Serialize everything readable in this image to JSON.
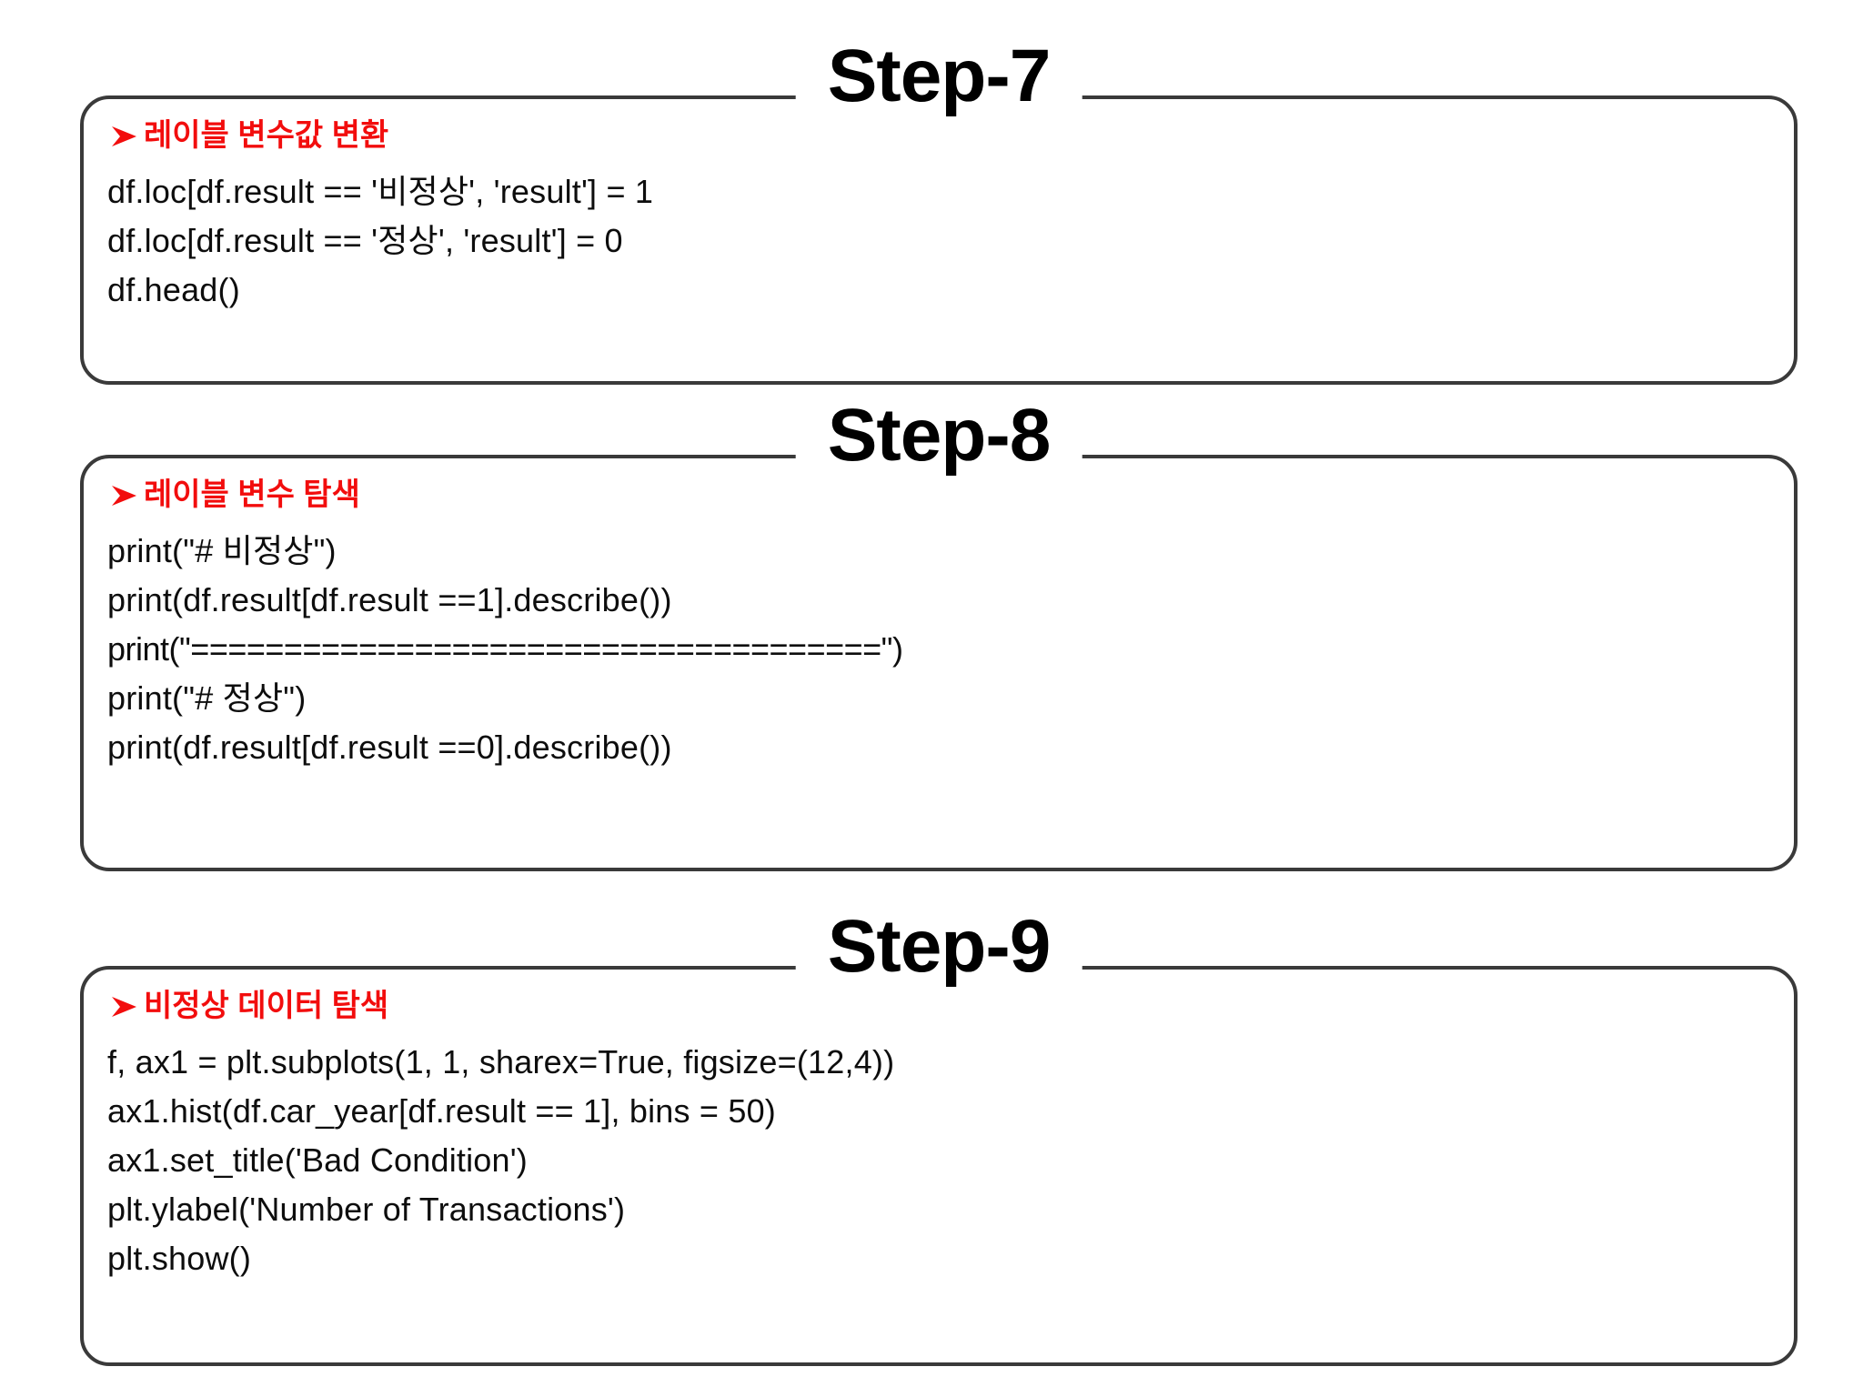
{
  "slide": {
    "background_color": "#FFFFFF",
    "border_color": "#3A3A3A",
    "accent_color": "#F20D0D",
    "code_color": "#0D0D0D"
  },
  "steps": [
    {
      "title": "Step-7",
      "heading": "레이블 변수값 변환",
      "bullet_icon": "arrowhead-bullet-icon",
      "code_lines": [
        "df.loc[df.result == '비정상', 'result'] = 1",
        "df.loc[df.result == '정상', 'result'] = 0",
        "df.head()"
      ]
    },
    {
      "title": "Step-8",
      "heading": "레이블 변수 탐색",
      "bullet_icon": "arrowhead-bullet-icon",
      "code_lines": [
        "print(\"# 비정상\")",
        "print(df.result[df.result ==1].describe())",
        "print(\"=====================================\")",
        "print(\"# 정상\")",
        "print(df.result[df.result ==0].describe())"
      ]
    },
    {
      "title": "Step-9",
      "heading": "비정상 데이터 탐색",
      "bullet_icon": "arrowhead-bullet-icon",
      "code_lines": [
        "f, ax1 = plt.subplots(1, 1, sharex=True, figsize=(12,4))",
        "ax1.hist(df.car_year[df.result == 1], bins = 50)",
        "ax1.set_title('Bad Condition')",
        "plt.ylabel('Number of Transactions')",
        "plt.show()"
      ]
    }
  ]
}
